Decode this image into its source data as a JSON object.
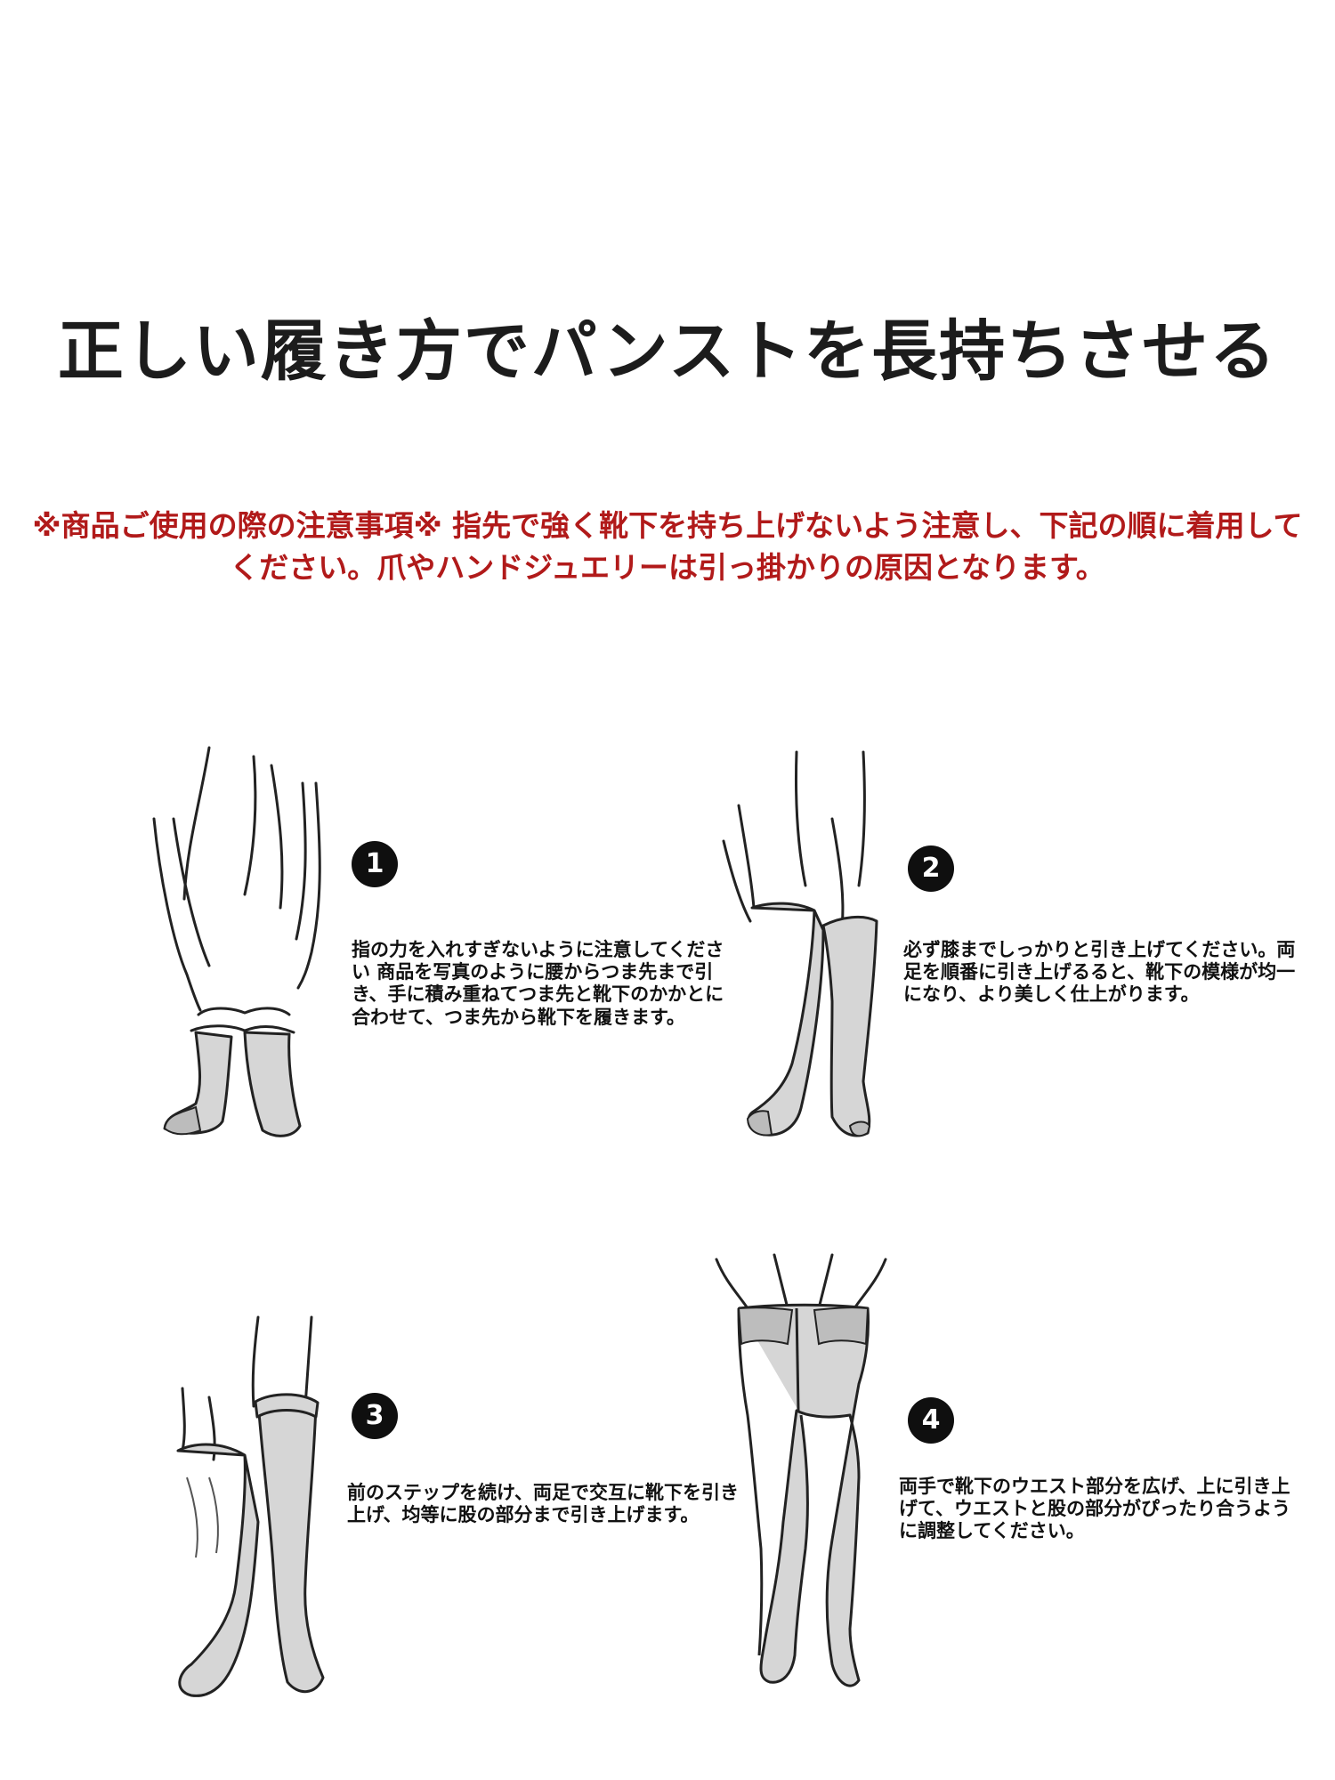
{
  "title": "正しい履き方でパンストを長持ちさせる",
  "notice": "※商品ご使用の際の注意事項※ 指先で強く靴下を持ち上げないよう注意し、下記の順に着用してください。爪やハンドジュエリーは引っ掛かりの原因となります。",
  "colors": {
    "notice_red": "#b11a1a",
    "stocking_fill": "#d6d6d6",
    "badge": "#0f0f0f"
  },
  "steps": [
    {
      "number": "1",
      "illustration": "putting-on-stocking-from-toe",
      "text": "指の力を入れすぎないように注意してください 商品を写真のように腰からつま先まで引き、手に積み重ねてつま先と靴下のかかとに合わせて、つま先から靴下を履きます。"
    },
    {
      "number": "2",
      "illustration": "pulling-stockings-to-knees",
      "text": "必ず膝までしっかりと引き上げてください。両足を順番に引き上げるると、靴下の模様が均一になり、より美しく仕上がります。"
    },
    {
      "number": "3",
      "illustration": "alternating-legs-pull-up",
      "text": "前のステップを続け、両足で交互に靴下を引き上げ、均等に股の部分まで引き上げます。"
    },
    {
      "number": "4",
      "illustration": "adjusting-waist-band",
      "text": "両手で靴下のウエスト部分を広げ、上に引き上げて、ウエストと股の部分がぴったり合うように調整してください。"
    }
  ]
}
